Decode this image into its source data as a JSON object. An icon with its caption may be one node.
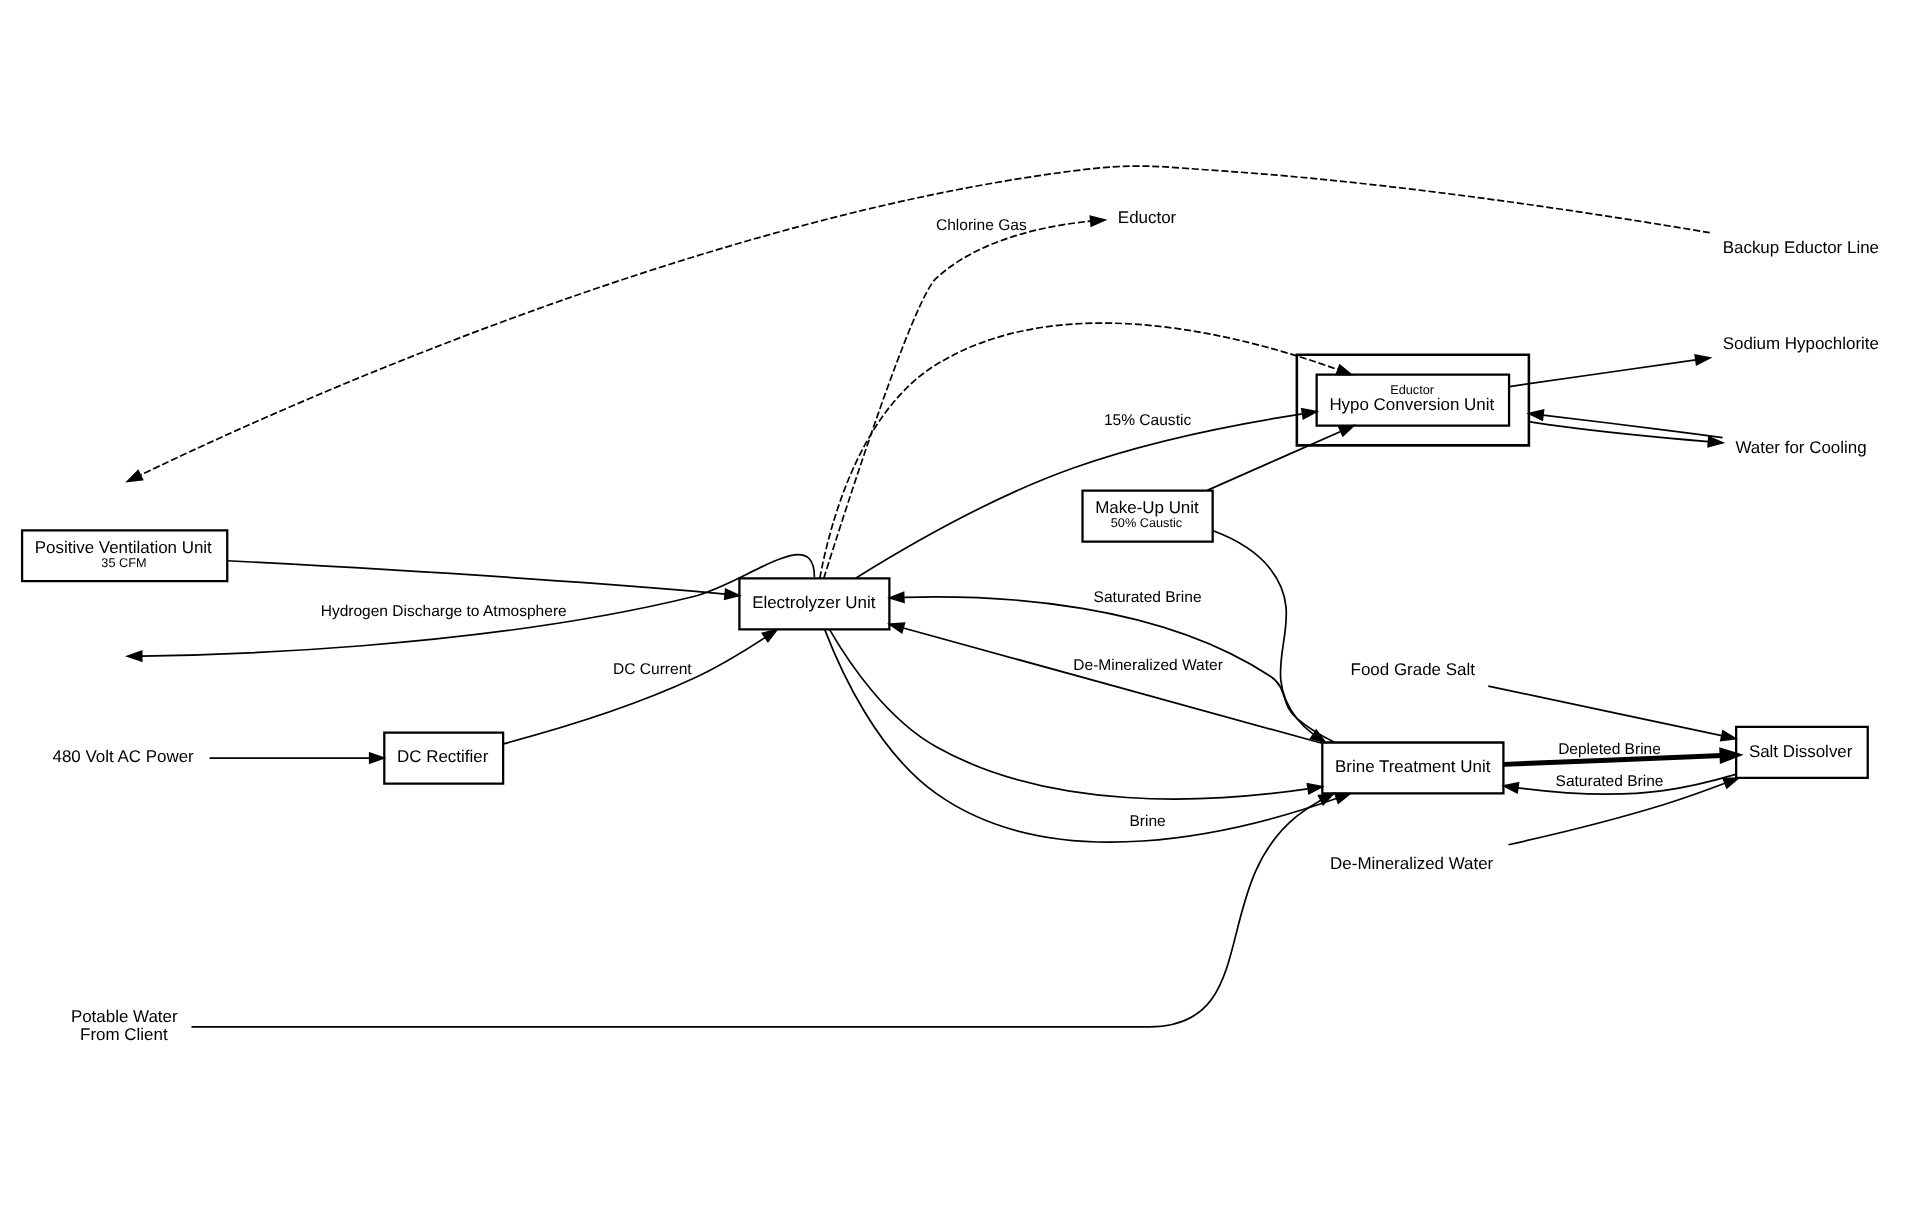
{
  "diagram": {
    "nodes": [
      {
        "text": [
          "Positive Ventilation Unit",
          "35 CFM"
        ]
      },
      {
        "text": [
          "Electrolyzer Unit"
        ]
      },
      {
        "text": [
          "DC Rectifier"
        ]
      },
      {
        "text": [],
        "shape": "box"
      },
      {
        "text": [
          "Eductor",
          "Hypo Conversion Unit"
        ],
        "in": 3
      },
      {
        "text": [
          "Make-Up Unit",
          "50% Caustic"
        ]
      },
      {
        "text": [
          "Salt Dissolver"
        ]
      },
      {
        "text": [
          "Brine Treatment Unit"
        ]
      },
      {
        "text": [
          "Eductor"
        ]
      },
      {
        "text": [
          "Backup Eductor Line"
        ]
      },
      {
        "text": [
          "Water for Cooling"
        ]
      },
      {
        "text": [
          "Sodium Hypochlorite"
        ]
      },
      {
        "text": [
          "Food Grade Salt"
        ]
      },
      {
        "text": [
          "De-Mineralized Water"
        ]
      },
      {
        "text": [
          "480 Volt AC Power"
        ]
      },
      {
        "text": [
          "Potable Water",
          "From Client"
        ]
      }
    ],
    "edges": [
      {
        "from": 9,
        "to": null,
        "arrow": "to",
        "style": "dashed"
      },
      {
        "from": 1,
        "to": 8,
        "arrow": "to",
        "style": "dashed",
        "label": "Chlorine Gas"
      },
      {
        "from": 1,
        "to": 4,
        "arrow": "to",
        "style": "dashed"
      },
      {
        "from": 1,
        "to": null,
        "arrow": "to",
        "label": "Hydrogen Discharge to Atmosphere"
      },
      {
        "from": 3,
        "to": 10,
        "arrow": "to"
      },
      {
        "from": 10,
        "to": 3,
        "arrow": "to"
      },
      {
        "from": 4,
        "to": 11,
        "arrow": "to"
      },
      {
        "from": 0,
        "to": 1,
        "arrow": "to"
      },
      {
        "from": 1,
        "to": 4,
        "arrow": "to",
        "label": "15% Caustic"
      },
      {
        "from": 1,
        "to": 7,
        "arrow": "to"
      },
      {
        "from": 5,
        "to": 4,
        "arrow": "to"
      },
      {
        "from": 5,
        "to": 7,
        "arrow": "to"
      },
      {
        "from": 12,
        "to": 6,
        "arrow": "to"
      },
      {
        "from": 2,
        "to": 1,
        "arrow": "to",
        "label": "DC Current"
      },
      {
        "from": 7,
        "to": 1,
        "arrow": "to",
        "label": "Saturated Brine"
      },
      {
        "from": 6,
        "to": 7,
        "arrow": "to",
        "label": "Saturated Brine"
      },
      {
        "from": 1,
        "to": 7,
        "arrow": "to",
        "label": "Brine"
      },
      {
        "from": 14,
        "to": 2,
        "arrow": "to"
      },
      {
        "from": 7,
        "to": 1,
        "arrow": "to",
        "label": "De-Mineralized Water"
      },
      {
        "from": 15,
        "to": 7,
        "arrow": "to"
      },
      {
        "from": 7,
        "to": 6,
        "arrow": "to",
        "style": "thick",
        "label": "Depleted Brine"
      },
      {
        "from": 13,
        "to": 6,
        "arrow": "to"
      }
    ]
  }
}
